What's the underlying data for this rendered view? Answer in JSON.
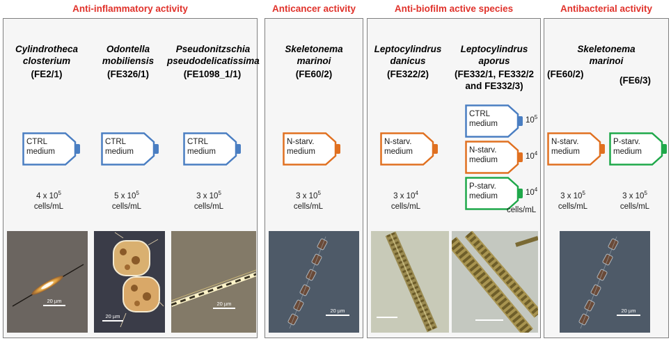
{
  "titles": {
    "anti_inflammatory": "Anti-inflammatory activity",
    "anticancer": "Anticancer activity",
    "anti_biofilm": "Anti-biofilm active species",
    "antibacterial": "Antibacterial activity"
  },
  "colors": {
    "title_red": "#e0322b",
    "ctrl_blue": "#4a7ec2",
    "n_starv_orange": "#e07020",
    "p_starv_green": "#1fa84a",
    "panel_border": "#7f7f7f"
  },
  "species": {
    "cylindrotheca": {
      "genus": "Cylindrotheca",
      "epithet": "closterium",
      "code": "(FE2/1)"
    },
    "odontella": {
      "genus": "Odontella",
      "epithet": "mobiliensis",
      "code": "(FE326/1)"
    },
    "pseudonitzschia": {
      "genus": "Pseudonitzschia",
      "epithet": "pseudodelicatissima",
      "code": "(FE1098_1/1)"
    },
    "skeletonema_cancer": {
      "genus": "Skeletonema",
      "epithet": "marinoi",
      "code": "(FE60/2)"
    },
    "lepto_danicus": {
      "genus": "Leptocylindrus",
      "epithet": "danicus",
      "code": "(FE322/2)"
    },
    "lepto_aporus": {
      "genus": "Leptocylindrus",
      "epithet": "aporus",
      "code_line1": "(FE332/1, FE332/2",
      "code_line2": "and FE332/3)"
    },
    "skeletonema_bact": {
      "genus": "Skeletonema",
      "epithet": "marinoi",
      "code_a": "(FE60/2)",
      "code_b": "(FE6/3)"
    }
  },
  "media": {
    "ctrl_line1": "CTRL",
    "ctrl_line2": "medium",
    "n_line1": "N-starv.",
    "n_line2": "medium",
    "p_line1": "P-starv.",
    "p_line2": "medium"
  },
  "concentrations": {
    "cyl": {
      "mantissa": "4 x 10",
      "exp": "5"
    },
    "odo": {
      "mantissa": "5 x 10",
      "exp": "5"
    },
    "pse": {
      "mantissa": "3 x 10",
      "exp": "5"
    },
    "ske1": {
      "mantissa": "3 x 10",
      "exp": "5"
    },
    "dan": {
      "mantissa": "3 x 10",
      "exp": "4"
    },
    "apo_ctrl": {
      "mantissa": "10",
      "exp": "5"
    },
    "apo_n": {
      "mantissa": "10",
      "exp": "4"
    },
    "apo_p": {
      "mantissa": "10",
      "exp": "4"
    },
    "ske2_n": {
      "mantissa": "3 x 10",
      "exp": "5"
    },
    "ske2_p": {
      "mantissa": "3 x 10",
      "exp": "5"
    },
    "unit": "cells/mL"
  },
  "scale_bars": {
    "label": "20 µm"
  }
}
